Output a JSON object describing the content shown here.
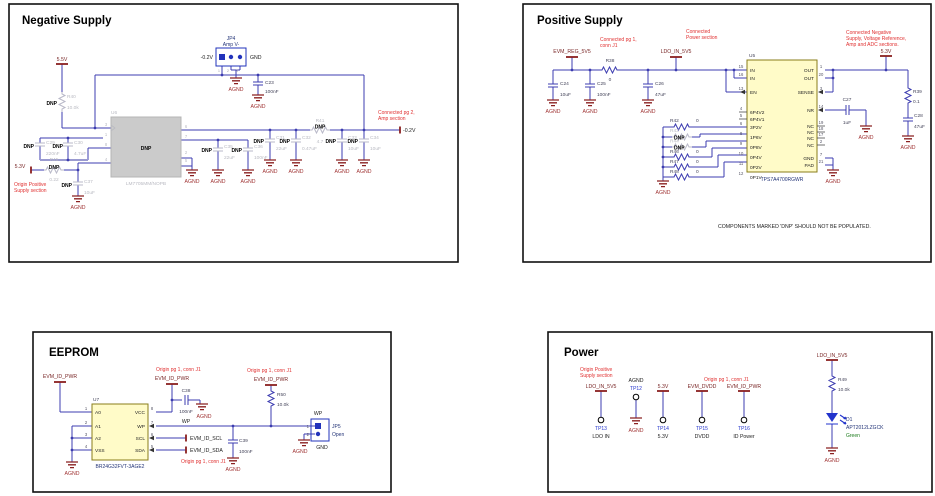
{
  "common": {
    "agnd": "AGND",
    "gnd": "GND",
    "dnp": "DNP"
  },
  "negative_supply": {
    "title": "Negative Supply",
    "v_in_top": "5.5V",
    "v_in_left": "5.3V",
    "origin_note": [
      "Origin Positive",
      "Supply section"
    ],
    "connected_note": [
      "Connected pg 2,",
      "Amp section"
    ],
    "out_label": "-0.2V",
    "jp4": {
      "ref": "JP4",
      "name": "Amp V-",
      "left_label": "-0.2V",
      "right_label": "GND",
      "pins": [
        "1",
        "2",
        "3"
      ]
    },
    "r40": {
      "ref": "R40",
      "value": "10.0k"
    },
    "r45": {
      "ref": "R45",
      "value": "0.22"
    },
    "r41": {
      "ref": "R41",
      "value": "4.7"
    },
    "c23": {
      "ref": "C23",
      "value": "100nF"
    },
    "c29": {
      "ref": "C29",
      "value": "220nF"
    },
    "c30": {
      "ref": "C30",
      "value": "4.7uF"
    },
    "c37": {
      "ref": "C37",
      "value": "10uF"
    },
    "c35": {
      "ref": "C35",
      "value": "22uF"
    },
    "c36": {
      "ref": "C36",
      "value": "100nF"
    },
    "c31": {
      "ref": "C31",
      "value": "22uF"
    },
    "c32": {
      "ref": "C32",
      "value": "0.47uF"
    },
    "c33": {
      "ref": "C33",
      "value": "10uF"
    },
    "c34": {
      "ref": "C34",
      "value": "10uF"
    },
    "u6": {
      "ref": "U6",
      "part": "LM7705MM/NOPB",
      "pins_left": [
        "3",
        "1",
        "8",
        "4"
      ],
      "pins_right": [
        "6",
        "7",
        "2",
        "5"
      ]
    }
  },
  "positive_supply": {
    "title": "Positive Supply",
    "net_in": "EVM_REG_5V5",
    "conn_note_1": [
      "Connected pg 1,",
      "conn J1"
    ],
    "net_ldo": "LDO_IN_5V5",
    "conn_note_2": [
      "Connected",
      "Power section"
    ],
    "out_note": [
      "Connected Negative",
      "Supply, Voltage Reference,",
      "Amp and ADC sections."
    ],
    "v_out": "5.3V",
    "r38": {
      "ref": "R38",
      "value": "0"
    },
    "r39": {
      "ref": "R39",
      "value": "0.1"
    },
    "r42": {
      "ref": "R42",
      "value": "0"
    },
    "r43": {
      "ref": "R43"
    },
    "r44": {
      "ref": "R44"
    },
    "r46": {
      "ref": "R46",
      "value": "0"
    },
    "r47": {
      "ref": "R47",
      "value": "0"
    },
    "r48": {
      "ref": "R48",
      "value": "0"
    },
    "c24": {
      "ref": "C24",
      "value": "10uF"
    },
    "c25": {
      "ref": "C25",
      "value": "100nF"
    },
    "c26": {
      "ref": "C26",
      "value": "47uF"
    },
    "c27": {
      "ref": "C27",
      "value": "1uF"
    },
    "c28": {
      "ref": "C28",
      "value": "47uF"
    },
    "u5": {
      "ref": "U5",
      "part": "TPS7A4700RGWR",
      "pins_left": [
        {
          "num": "15",
          "name": "IN"
        },
        {
          "num": "16",
          "name": "IN"
        },
        {
          "num": "13",
          "name": "EN"
        },
        {
          "num": "4",
          "name": "6P4V2"
        },
        {
          "num": "5",
          "name": "6P4V1"
        },
        {
          "num": "6",
          "name": "3P2V"
        },
        {
          "num": "8",
          "name": "1P6V"
        },
        {
          "num": "9",
          "name": "0P8V"
        },
        {
          "num": "10",
          "name": "0P4V"
        },
        {
          "num": "11",
          "name": "0P2V"
        },
        {
          "num": "12",
          "name": "0P1V"
        }
      ],
      "pins_right": [
        {
          "num": "1",
          "name": "OUT"
        },
        {
          "num": "20",
          "name": "OUT"
        },
        {
          "num": "3",
          "name": "SENSE"
        },
        {
          "num": "14",
          "name": "NR"
        },
        {
          "num": "19",
          "name": "NC"
        },
        {
          "num": "18",
          "name": "NC"
        },
        {
          "num": "17",
          "name": "NC"
        },
        {
          "num": "2",
          "name": "NC"
        },
        {
          "num": "7",
          "name": "GND"
        },
        {
          "num": "21",
          "name": "PAD"
        }
      ]
    },
    "dnp_note": "COMPONENTS MARKED 'DNP' SHOULD NOT BE POPULATED."
  },
  "eeprom": {
    "title": "EEPROM",
    "net_pwr": "EVM_ID_PWR",
    "origin_note": "Origin pg 1, conn J1",
    "wp_label": "WP",
    "scl_label": "EVM_ID_SCL",
    "sda_label": "EVM_ID_SDA",
    "c38": {
      "ref": "C38",
      "value": "100nF"
    },
    "c39": {
      "ref": "C39",
      "value": "100nF"
    },
    "r50": {
      "ref": "R50",
      "value": "10.0k"
    },
    "jp5": {
      "ref": "JP5",
      "state": "Open",
      "pins": [
        "1",
        "2"
      ]
    },
    "u7": {
      "ref": "U7",
      "part": "BR24G32FVT-3AGE2",
      "pins_left": [
        {
          "num": "1",
          "name": "A0"
        },
        {
          "num": "2",
          "name": "A1"
        },
        {
          "num": "3",
          "name": "A2"
        },
        {
          "num": "4",
          "name": "VSS"
        }
      ],
      "pins_right": [
        {
          "num": "8",
          "name": "VCC"
        },
        {
          "num": "7",
          "name": "WP"
        },
        {
          "num": "6",
          "name": "SCL"
        },
        {
          "num": "5",
          "name": "SDA"
        }
      ]
    }
  },
  "power": {
    "title": "Power",
    "origin_pos_note": [
      "Origin Positive",
      "Supply section"
    ],
    "origin_j1_note": "Origin pg 1, conn J1",
    "tp13": {
      "net": "LDO_IN_5V5",
      "ref": "TP13",
      "label": "LDO IN"
    },
    "tp12": {
      "net": "AGND",
      "ref": "TP12"
    },
    "tp14": {
      "net": "5.3V",
      "ref": "TP14",
      "label": "5.3V"
    },
    "tp15": {
      "net": "EVM_DVDD",
      "ref": "TP15",
      "label": "DVDD"
    },
    "tp16": {
      "net": "EVM_ID_PWR",
      "ref": "TP16",
      "label": "ID Power"
    },
    "led_net": "LDO_IN_5V5",
    "r49": {
      "ref": "R49",
      "value": "10.0k"
    },
    "d1": {
      "ref": "D1",
      "part": "APT2012LZGCK",
      "color_label": "Green"
    }
  }
}
